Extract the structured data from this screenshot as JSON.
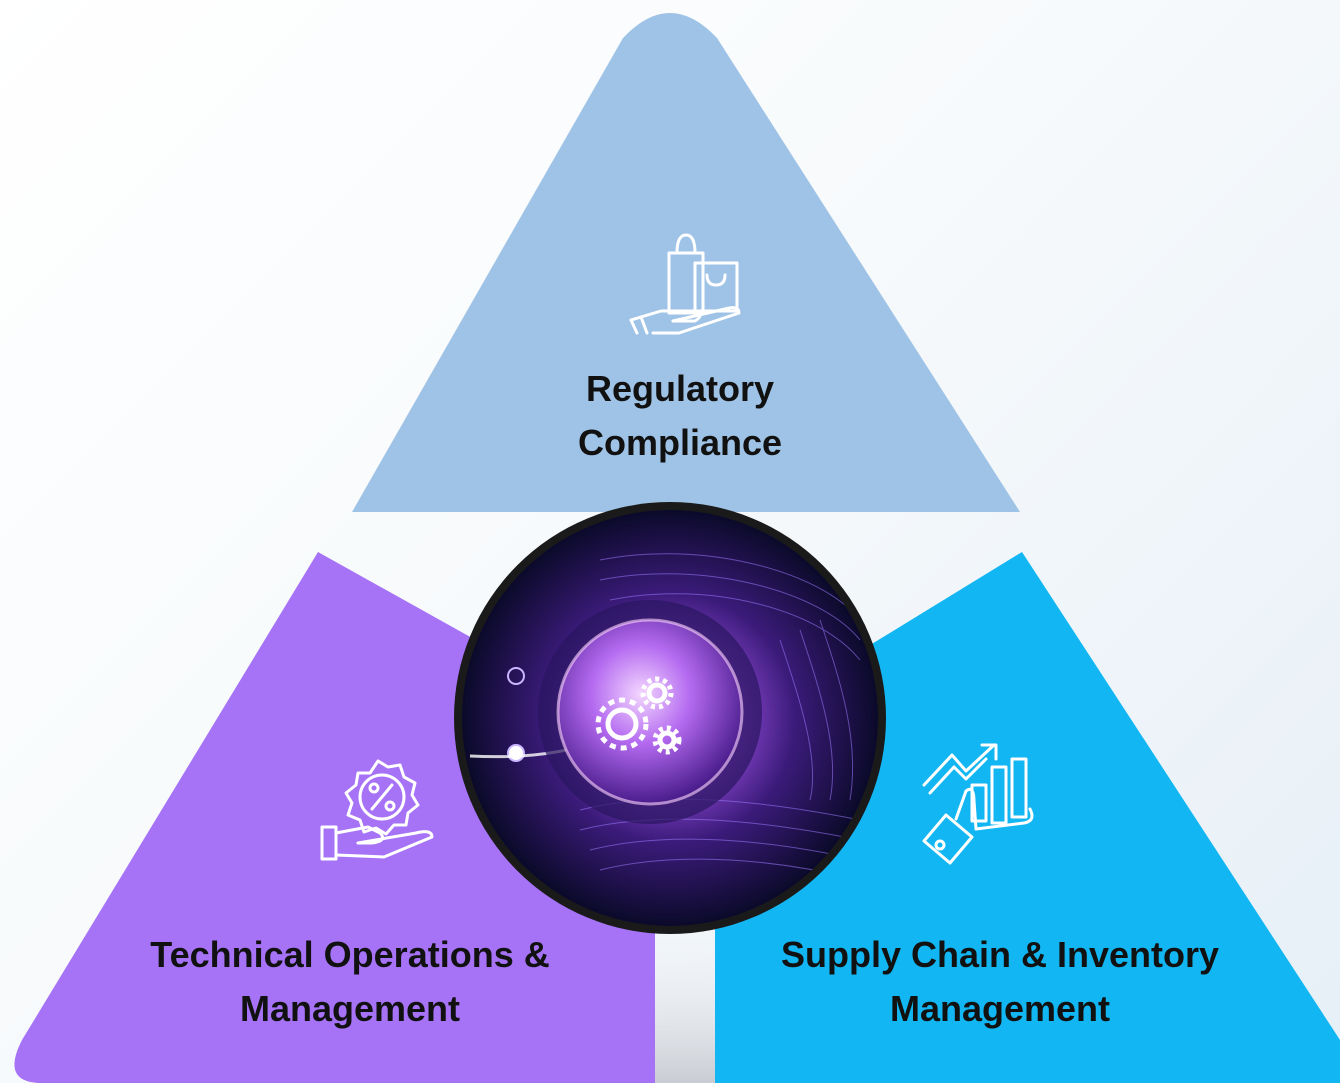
{
  "segments": {
    "top": {
      "title_line1": "Regulatory",
      "title_line2": "Compliance",
      "icon": "shopping-bags-hand-icon",
      "color": "#9fc3e6"
    },
    "left": {
      "title_line1": "Technical Operations &",
      "title_line2": "Management",
      "icon": "percent-badge-hand-icon",
      "color": "#a673f7"
    },
    "right": {
      "title_line1": "Supply Chain & Inventory",
      "title_line2": "Management",
      "icon": "growth-chart-hand-icon",
      "color": "#12b6f2"
    }
  },
  "center": {
    "image": "digital-hand-gears-illustration"
  }
}
